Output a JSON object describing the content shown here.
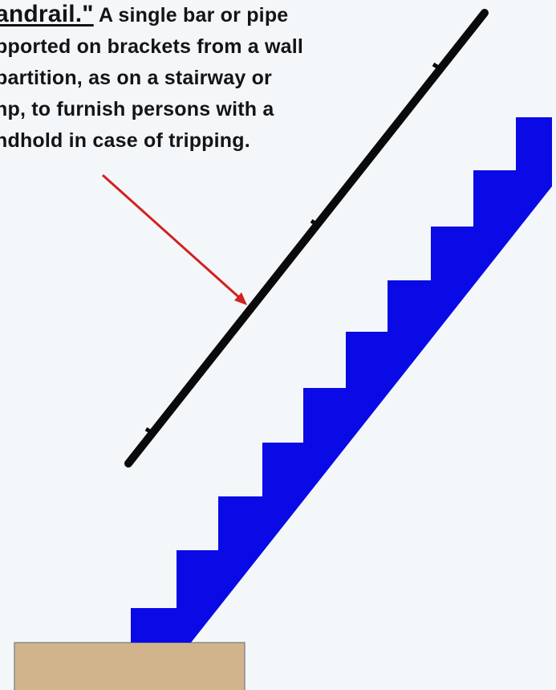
{
  "definition": {
    "term": "andrail.\"",
    "lines": [
      "A single bar or pipe",
      "pported on brackets from a wall",
      "partition, as on a stairway or",
      "np, to furnish persons with a",
      "ndhold in case of tripping."
    ]
  },
  "colors": {
    "background": "#f4f7fa",
    "handrail": "#0a0a0a",
    "pointer_arrow": "#d42020",
    "stairs": "#0a0ae6",
    "floor": "#d2b48c"
  },
  "icons": {
    "pointer": "arrow-icon",
    "handrail": "handrail-icon",
    "stairs": "stairs-icon",
    "floor": "floor-icon"
  }
}
